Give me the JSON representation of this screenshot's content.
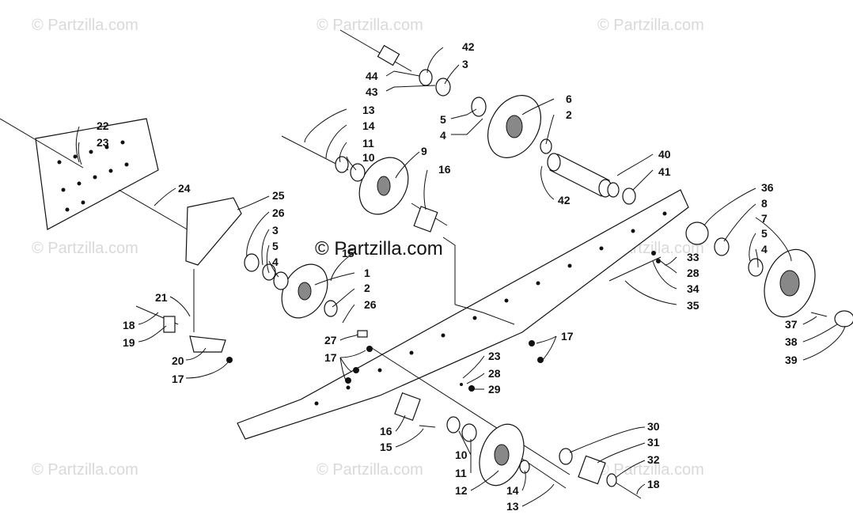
{
  "watermark": {
    "text": "© Partzilla.com",
    "center_text": "© Partzilla.com"
  },
  "callouts": [
    {
      "id": "c1",
      "text": "44"
    },
    {
      "id": "c2",
      "text": "43"
    },
    {
      "id": "c3",
      "text": "42"
    },
    {
      "id": "c4",
      "text": "3"
    },
    {
      "id": "c5",
      "text": "5"
    },
    {
      "id": "c6",
      "text": "4"
    },
    {
      "id": "c7",
      "text": "6"
    },
    {
      "id": "c8",
      "text": "2"
    },
    {
      "id": "c9",
      "text": "13"
    },
    {
      "id": "c10",
      "text": "14"
    },
    {
      "id": "c11",
      "text": "11"
    },
    {
      "id": "c12",
      "text": "10"
    },
    {
      "id": "c13",
      "text": "9"
    },
    {
      "id": "c14",
      "text": "16"
    },
    {
      "id": "c15",
      "text": "40"
    },
    {
      "id": "c16",
      "text": "41"
    },
    {
      "id": "c17",
      "text": "42"
    },
    {
      "id": "c18",
      "text": "22"
    },
    {
      "id": "c19",
      "text": "23"
    },
    {
      "id": "c20",
      "text": "24"
    },
    {
      "id": "c21",
      "text": "25"
    },
    {
      "id": "c22",
      "text": "26"
    },
    {
      "id": "c23",
      "text": "3"
    },
    {
      "id": "c24",
      "text": "5"
    },
    {
      "id": "c25",
      "text": "4"
    },
    {
      "id": "c26",
      "text": "15"
    },
    {
      "id": "c27",
      "text": "1"
    },
    {
      "id": "c28",
      "text": "2"
    },
    {
      "id": "c29",
      "text": "26"
    },
    {
      "id": "c30",
      "text": "36"
    },
    {
      "id": "c31",
      "text": "8"
    },
    {
      "id": "c32",
      "text": "7"
    },
    {
      "id": "c33",
      "text": "5"
    },
    {
      "id": "c34",
      "text": "4"
    },
    {
      "id": "c35",
      "text": "33"
    },
    {
      "id": "c36",
      "text": "28"
    },
    {
      "id": "c37",
      "text": "34"
    },
    {
      "id": "c38",
      "text": "35"
    },
    {
      "id": "c39",
      "text": "21"
    },
    {
      "id": "c40",
      "text": "18"
    },
    {
      "id": "c41",
      "text": "19"
    },
    {
      "id": "c42",
      "text": "20"
    },
    {
      "id": "c43",
      "text": "17"
    },
    {
      "id": "c44",
      "text": "27"
    },
    {
      "id": "c45",
      "text": "17"
    },
    {
      "id": "c46",
      "text": "17"
    },
    {
      "id": "c47",
      "text": "23"
    },
    {
      "id": "c48",
      "text": "28"
    },
    {
      "id": "c49",
      "text": "29"
    },
    {
      "id": "c50",
      "text": "37"
    },
    {
      "id": "c51",
      "text": "38"
    },
    {
      "id": "c52",
      "text": "39"
    },
    {
      "id": "c53",
      "text": "16"
    },
    {
      "id": "c54",
      "text": "15"
    },
    {
      "id": "c55",
      "text": "10"
    },
    {
      "id": "c56",
      "text": "11"
    },
    {
      "id": "c57",
      "text": "12"
    },
    {
      "id": "c58",
      "text": "14"
    },
    {
      "id": "c59",
      "text": "13"
    },
    {
      "id": "c60",
      "text": "30"
    },
    {
      "id": "c61",
      "text": "31"
    },
    {
      "id": "c62",
      "text": "32"
    },
    {
      "id": "c63",
      "text": "18"
    }
  ]
}
